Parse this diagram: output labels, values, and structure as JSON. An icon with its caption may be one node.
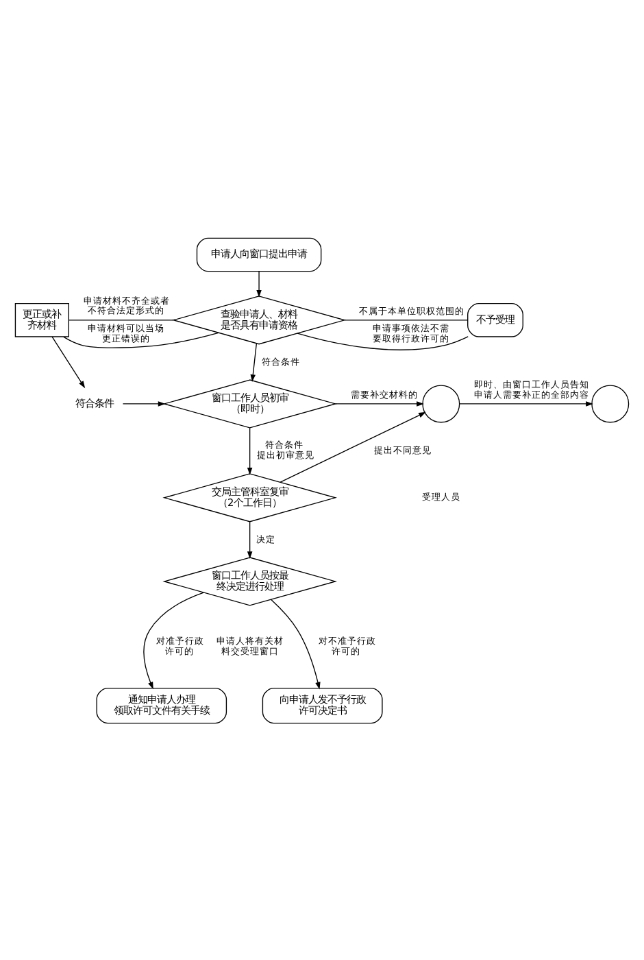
{
  "diagram": {
    "nodes": [
      {
        "text": [
          "申请人向窗口提出申请"
        ]
      },
      {
        "text": [
          "更正或补齐材料"
        ]
      },
      {
        "text": [
          "查验申请人、材料是否具有申请资格"
        ]
      },
      {
        "text": [
          "不予受理"
        ]
      },
      {
        "text": [
          "符合条件"
        ]
      },
      {
        "text": [
          "窗口工作人员初审（即时）"
        ]
      },
      {
        "text": [],
        "shape": "circle"
      },
      {
        "text": [],
        "shape": "circle"
      },
      {
        "text": [
          "交局主管科室复审（2个工作日）"
        ]
      },
      {
        "text": [
          "窗口工作人员按最终决定进行处理"
        ]
      },
      {
        "text": [
          "通知申请人办理领取许可文件有关手续"
        ]
      },
      {
        "text": [
          "向申请人发不予行政许可决定书"
        ]
      }
    ],
    "edges": [
      {
        "from": 0,
        "to": 2,
        "arrow": "to"
      },
      {
        "from": 1,
        "to": 2,
        "arrow": "none",
        "label": "申请材料可以当场更正错误的"
      },
      {
        "from": 1,
        "to": 2,
        "arrow": "none",
        "label": "申请材料不齐全或者不符合法定形式的"
      },
      {
        "from": 2,
        "to": 3,
        "arrow": "none",
        "label": "申请事项依法不需要取得行政许可的"
      },
      {
        "from": 2,
        "to": 3,
        "arrow": "none",
        "label": "不属于本单位职权范围的"
      },
      {
        "from": 1,
        "to": 4,
        "arrow": "to"
      },
      {
        "from": 2,
        "to": 5,
        "arrow": "to",
        "label": "符合条件"
      },
      {
        "from": 4,
        "to": 5,
        "arrow": "to"
      },
      {
        "from": 5,
        "to": 6,
        "arrow": "to",
        "label": "需要补交材料的"
      },
      {
        "from": 6,
        "to": 7,
        "arrow": "to",
        "label": "即时、由窗口工作人员告知申请人需要补正的全部内容"
      },
      {
        "from": 5,
        "to": 8,
        "arrow": "to",
        "label": "符合条件提出初审意见"
      },
      {
        "from": 8,
        "to": 6,
        "arrow": "to",
        "label": "提出不同意见"
      },
      {
        "from": 8,
        "to": 9,
        "arrow": "to",
        "label": "决定"
      },
      {
        "from": 9,
        "to": 10,
        "arrow": "to",
        "label": "对准予行政许可的"
      },
      {
        "from": 9,
        "to": 11,
        "arrow": "to",
        "label": "对不准予行政许可的"
      }
    ],
    "labels": [
      "受理人员",
      "申请人将有关材料交受理窗口"
    ]
  }
}
